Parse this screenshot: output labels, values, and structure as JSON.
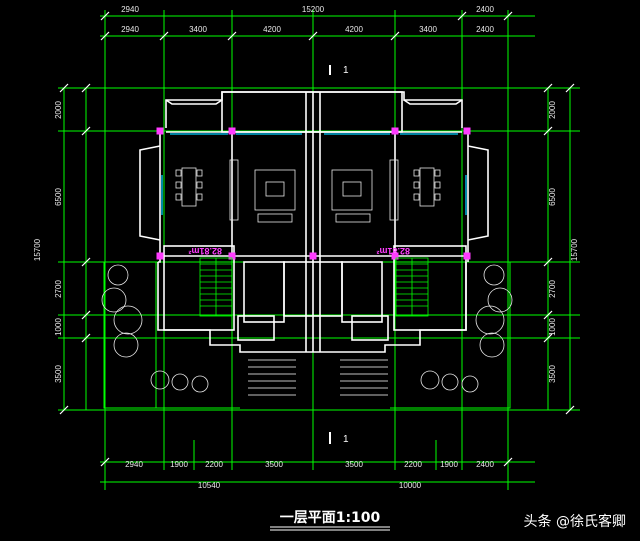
{
  "drawing": {
    "title": "一层平面1:100",
    "section_mark": "1",
    "elevation_tags": [
      "82.81m²",
      "82.81m²"
    ],
    "top_overall": {
      "left": "2940",
      "mid": "15200",
      "right": "2400"
    },
    "top_row": [
      "2940",
      "3400",
      "4200",
      "4200",
      "3400",
      "2400"
    ],
    "left_dims": [
      "2000",
      "6500",
      "2700",
      "1000",
      "3500"
    ],
    "left_total": "15700",
    "right_dims": [
      "2000",
      "6500",
      "2700",
      "1000",
      "3500"
    ],
    "right_total": "15700",
    "bottom_row": [
      "2940",
      "1900",
      "2200",
      "3500",
      "3500",
      "2200",
      "1900",
      "2400"
    ],
    "bottom_overall": {
      "left": "10540",
      "right": "10000"
    }
  },
  "watermark": "头条 @徐氏客卿",
  "colors": {
    "background": "#000000",
    "dimension": "#00ff00",
    "wall": "#ffffff",
    "stair": "#00ff00",
    "window": "#00cfff",
    "column": "#ff3cff",
    "furniture": "#e8e8e8",
    "text": "#e8e8e8"
  }
}
